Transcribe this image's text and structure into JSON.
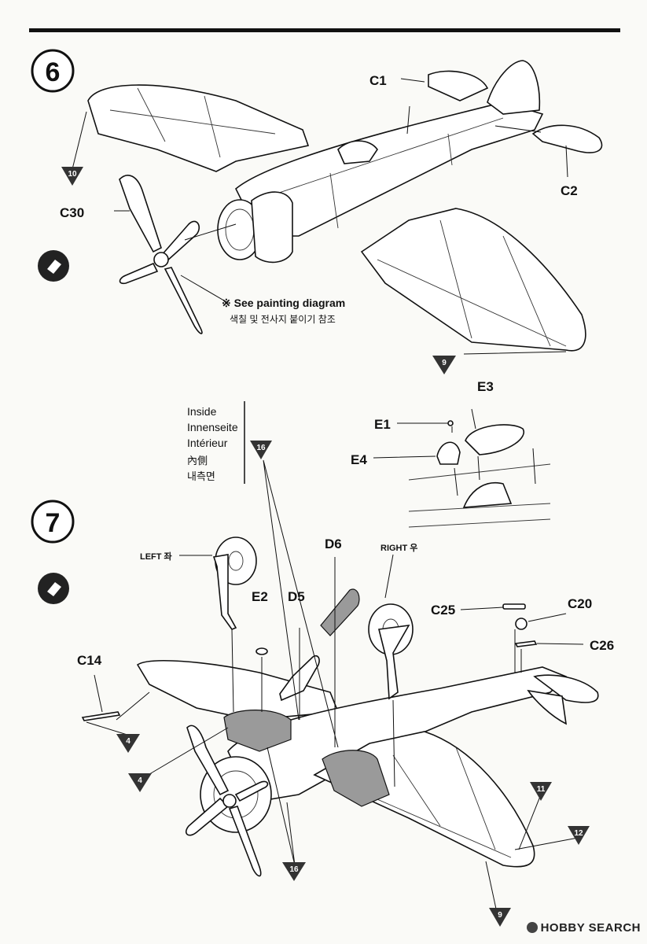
{
  "steps": [
    {
      "number": "6"
    },
    {
      "number": "7"
    }
  ],
  "step6": {
    "parts": {
      "c1": "C1",
      "c2": "C2",
      "c30": "C30"
    },
    "refs": {
      "r10": "10",
      "r9": "9"
    },
    "note_en": "※ See painting diagram",
    "note_ko": "색칠 및 전사지 붙이기 참조"
  },
  "inside_legend": {
    "lines": [
      "Inside",
      "Innenseite",
      "Intérieur",
      "內側",
      "내측면"
    ],
    "ref": "16"
  },
  "canopy": {
    "parts": {
      "e1": "E1",
      "e3": "E3",
      "e4": "E4"
    }
  },
  "step7": {
    "parts": {
      "d6": "D6",
      "d5": "D5",
      "e2": "E2",
      "c14": "C14",
      "c25": "C25",
      "c20": "C20",
      "c26": "C26"
    },
    "left_label": "LEFT 좌",
    "right_label": "RIGHT 우",
    "refs": {
      "r4a": "4",
      "r4b": "4",
      "r16": "16",
      "r11": "11",
      "r12": "12",
      "r9": "9"
    }
  },
  "watermark": "HOBBY SEARCH"
}
